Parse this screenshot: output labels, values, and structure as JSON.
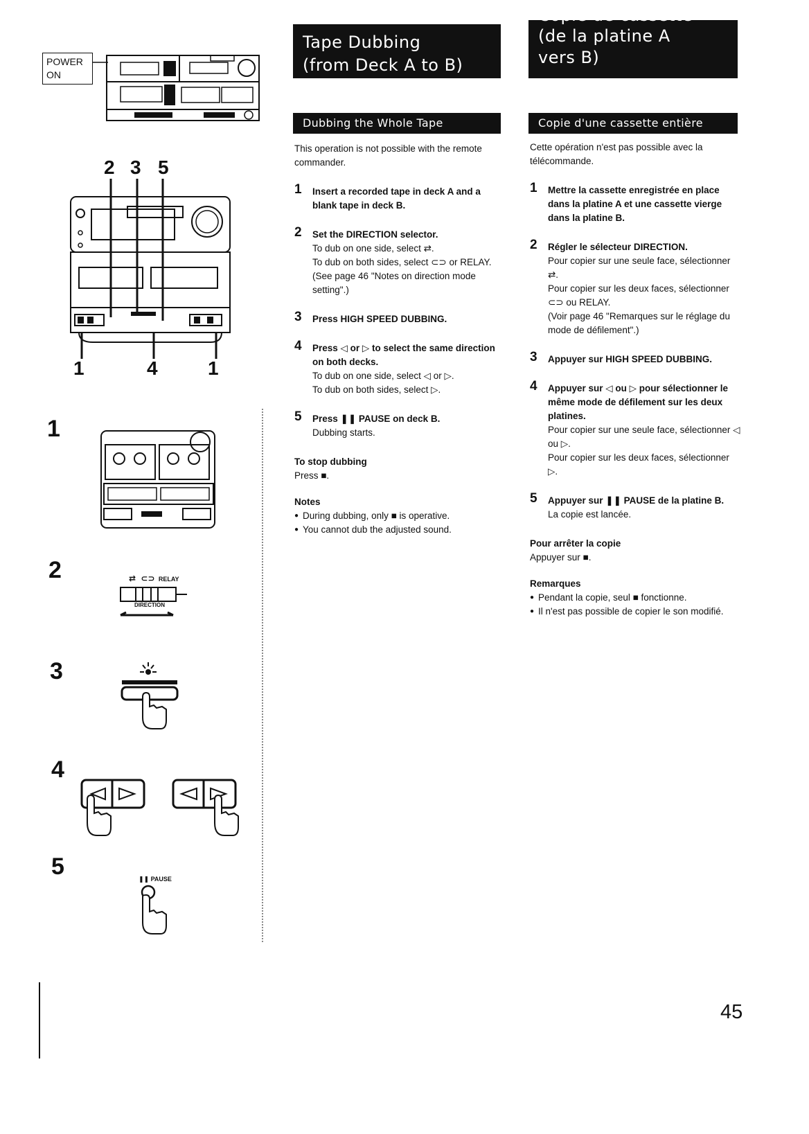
{
  "page_number": "45",
  "left_illustrations": {
    "power_label_line1": "POWER",
    "power_label_line2": "ON",
    "top_callouts": [
      "2",
      "3",
      "5"
    ],
    "bottom_callouts": [
      "1",
      "4",
      "1"
    ],
    "steps": [
      "1",
      "2",
      "3",
      "4",
      "5"
    ],
    "direction_relay_label": "RELAY",
    "direction_label": "DIRECTION",
    "pause_label": "PAUSE"
  },
  "english": {
    "title_line1": "Tape Dubbing",
    "title_line2": "(from Deck A to B)",
    "section_title": "Dubbing the Whole Tape",
    "intro": "This operation is not possible with the remote commander.",
    "steps": [
      {
        "num": "1",
        "head": "Insert a recorded tape in deck A and a blank tape in deck B.",
        "lines": []
      },
      {
        "num": "2",
        "head": "Set the DIRECTION selector.",
        "lines": [
          "To dub on one side, select ⇄.",
          "To dub on both sides, select ⊂⊃ or RELAY.",
          "(See page 46 \"Notes on direction mode setting\".)"
        ]
      },
      {
        "num": "3",
        "head": "Press HIGH SPEED DUBBING.",
        "lines": []
      },
      {
        "num": "4",
        "head": "Press ◁ or ▷ to select the same direction on both decks.",
        "lines": [
          "To dub on one side, select ◁ or ▷.",
          "To dub on both sides, select ▷."
        ]
      },
      {
        "num": "5",
        "head": "Press ❚❚ PAUSE on deck B.",
        "lines": [
          "Dubbing starts."
        ]
      }
    ],
    "stop_label": "To stop dubbing",
    "stop_text": "Press ■.",
    "notes_label": "Notes",
    "notes": [
      "During dubbing, only ■ is operative.",
      "You cannot dub the adjusted sound."
    ]
  },
  "french": {
    "title_line0": "Copie de cassette",
    "title_line1": "(de la platine A",
    "title_line2": "vers B)",
    "section_title": "Copie d'une cassette entière",
    "intro": "Cette opération n'est pas possible avec la télécommande.",
    "steps": [
      {
        "num": "1",
        "head": "Mettre la cassette enregistrée en place dans la platine A et une cassette vierge dans la platine B.",
        "lines": []
      },
      {
        "num": "2",
        "head": "Régler le sélecteur DIRECTION.",
        "lines": [
          "Pour copier sur une seule face, sélectionner ⇄.",
          "Pour copier sur les deux faces, sélectionner ⊂⊃ ou RELAY.",
          "(Voir page 46 \"Remarques sur le réglage du mode de défilement\".)"
        ]
      },
      {
        "num": "3",
        "head": "Appuyer sur HIGH SPEED DUBBING.",
        "lines": []
      },
      {
        "num": "4",
        "head": "Appuyer sur ◁ ou ▷ pour sélectionner le même mode de défilement sur les deux platines.",
        "lines": [
          "Pour copier sur une seule face, sélectionner ◁ ou ▷.",
          "Pour copier sur les deux faces, sélectionner ▷."
        ]
      },
      {
        "num": "5",
        "head": "Appuyer sur ❚❚ PAUSE de la platine B.",
        "lines": [
          "La copie est lancée."
        ]
      }
    ],
    "stop_label": "Pour arrêter la copie",
    "stop_text": "Appuyer sur ■.",
    "notes_label": "Remarques",
    "notes": [
      "Pendant la copie, seul ■ fonctionne.",
      "Il n'est pas possible de copier le son modifié."
    ]
  }
}
